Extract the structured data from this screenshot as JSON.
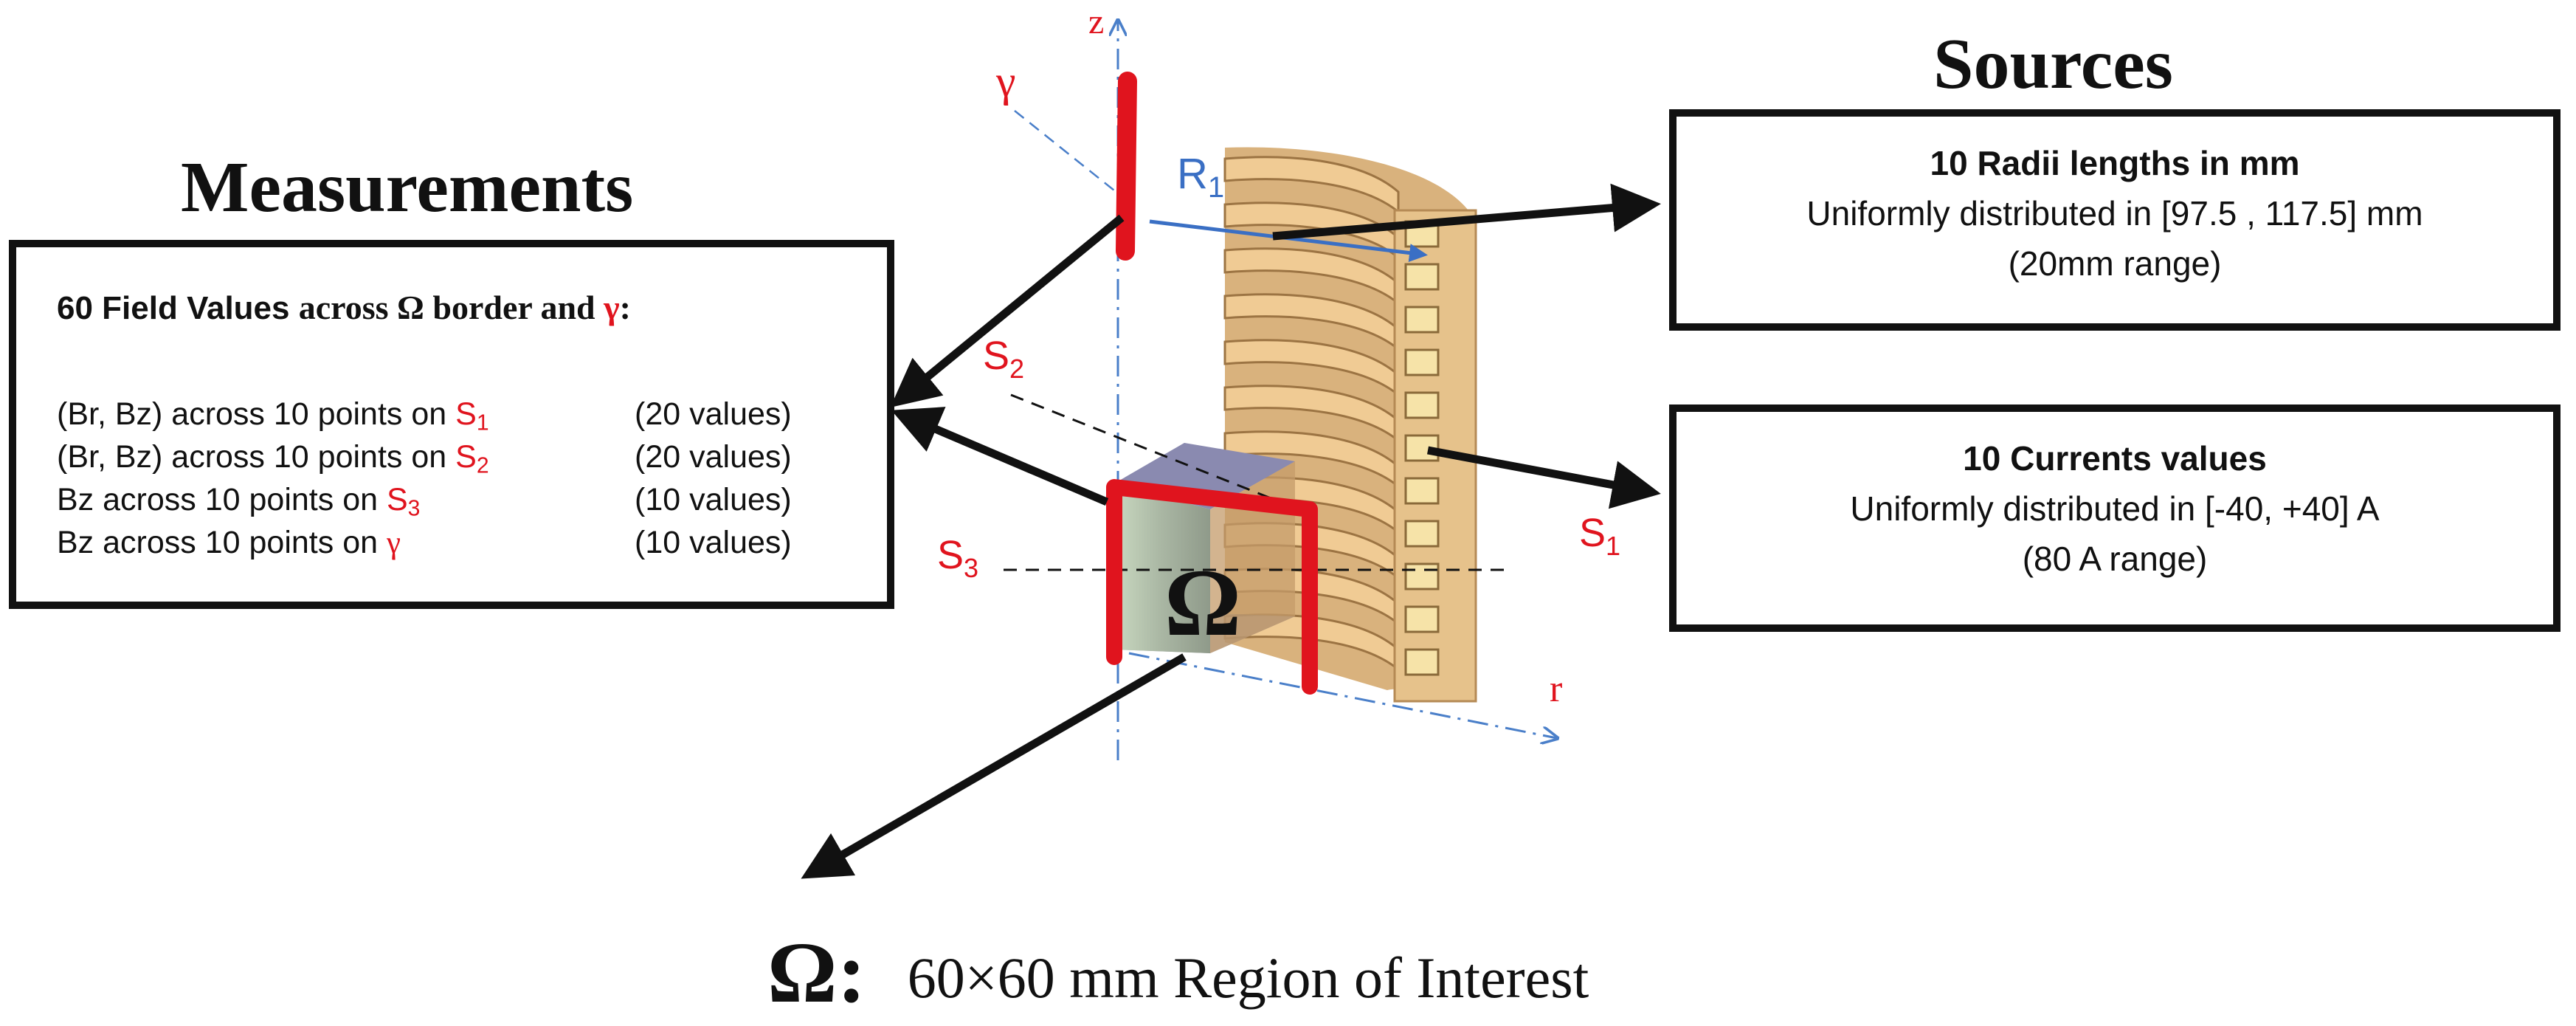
{
  "measurements": {
    "heading": "Measurements",
    "box": {
      "title_bold": "60 Field Values ",
      "title_serif": "across Ω border and ",
      "title_gamma": "γ",
      "title_colon": ":",
      "rows": [
        {
          "prefix": "(Br, Bz) across 10 points on ",
          "sym": "S",
          "sub": "1",
          "count": "(20 values)"
        },
        {
          "prefix": "(Br, Bz) across 10 points on ",
          "sym": "S",
          "sub": "2",
          "count": "(20 values)"
        },
        {
          "prefix": "Bz across 10 points on ",
          "sym": "S",
          "sub": "3",
          "count": "(10 values)"
        },
        {
          "prefix": "Bz across 10 points on ",
          "sym": "γ",
          "sub": "",
          "count": "(10 values)"
        }
      ]
    }
  },
  "sources": {
    "heading": "Sources",
    "radii": {
      "title": "10 Radii lengths in mm",
      "line1": "Uniformly distributed in [97.5 , 117.5]  mm",
      "line2": "(20mm range)"
    },
    "currents": {
      "title": "10 Currents values",
      "line1": "Uniformly distributed in [-40, +40] A",
      "line2": "(80 A range)"
    }
  },
  "diagram": {
    "z_axis": "z",
    "r_axis": "r",
    "gamma": "γ",
    "r1_letter": "R",
    "r1_sub": "1",
    "s1_letter": "S",
    "s1_sub": "1",
    "s2_letter": "S",
    "s2_sub": "2",
    "s3_letter": "S",
    "s3_sub": "3",
    "omega": "Ω",
    "colors": {
      "red": "#e0141e",
      "blue_axis": "#4a7fc9",
      "coil": "#e9c48e",
      "black": "#111111"
    }
  },
  "roi": {
    "symbol": "Ω:",
    "text": "60×60 mm Region of Interest"
  }
}
